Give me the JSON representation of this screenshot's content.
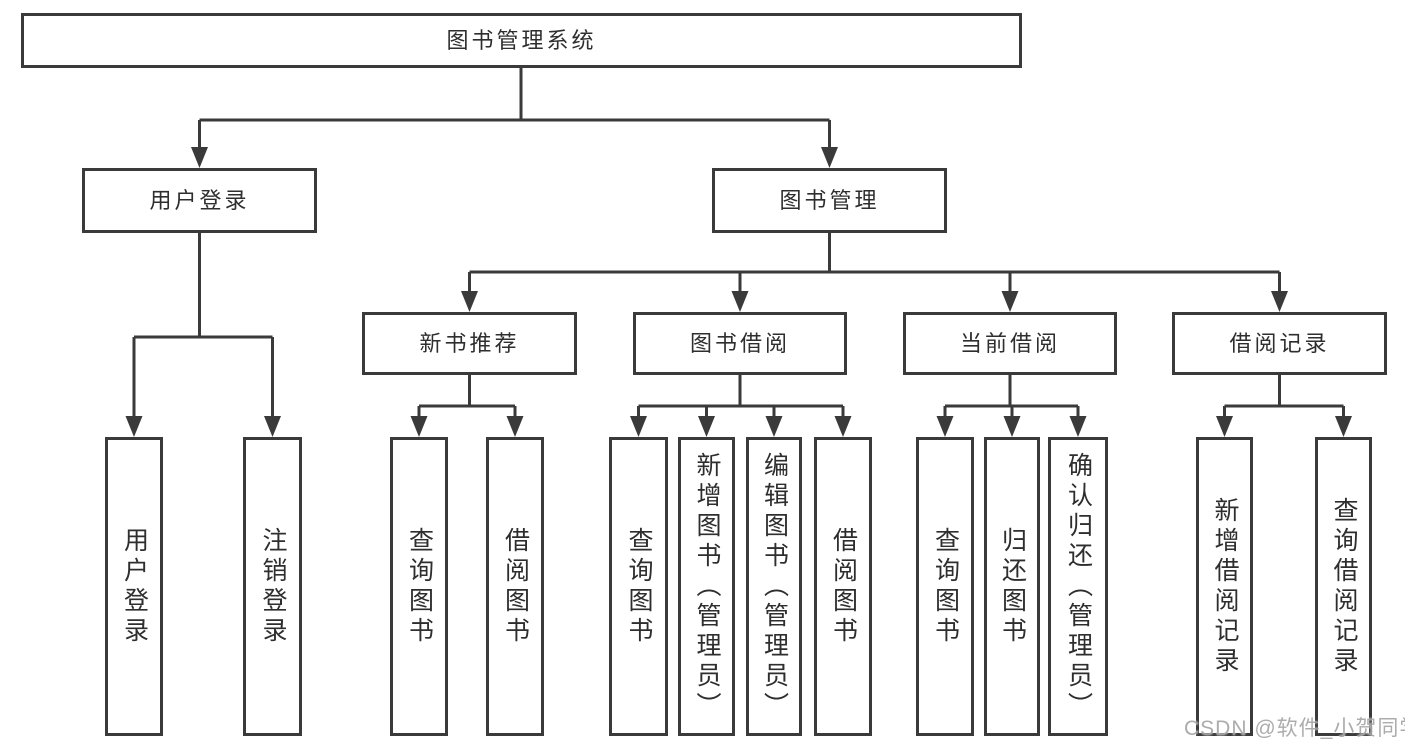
{
  "diagram_type": "hierarchy",
  "colors": {
    "line": "#3a3a3a",
    "border": "#3a3a3a",
    "text": "#2e2e2e",
    "background": "#ffffff",
    "watermark": "#9e9e9e"
  },
  "watermark": {
    "text": "CSDN @软件_小贺同学"
  },
  "tree": {
    "label": "图书管理系统",
    "children": [
      {
        "label": "用户登录",
        "children": [
          {
            "label": "用户登录"
          },
          {
            "label": "注销登录"
          }
        ]
      },
      {
        "label": "图书管理",
        "children": [
          {
            "label": "新书推荐",
            "children": [
              {
                "label": "查询图书"
              },
              {
                "label": "借阅图书"
              }
            ]
          },
          {
            "label": "图书借阅",
            "children": [
              {
                "label": "查询图书"
              },
              {
                "label": "新增图书（管理员）"
              },
              {
                "label": "编辑图书（管理员）"
              },
              {
                "label": "借阅图书"
              }
            ]
          },
          {
            "label": "当前借阅",
            "children": [
              {
                "label": "查询图书"
              },
              {
                "label": "归还图书"
              },
              {
                "label": "确认归还（管理员）"
              }
            ]
          },
          {
            "label": "借阅记录",
            "children": [
              {
                "label": "新增借阅记录"
              },
              {
                "label": "查询借阅记录"
              }
            ]
          }
        ]
      }
    ]
  }
}
